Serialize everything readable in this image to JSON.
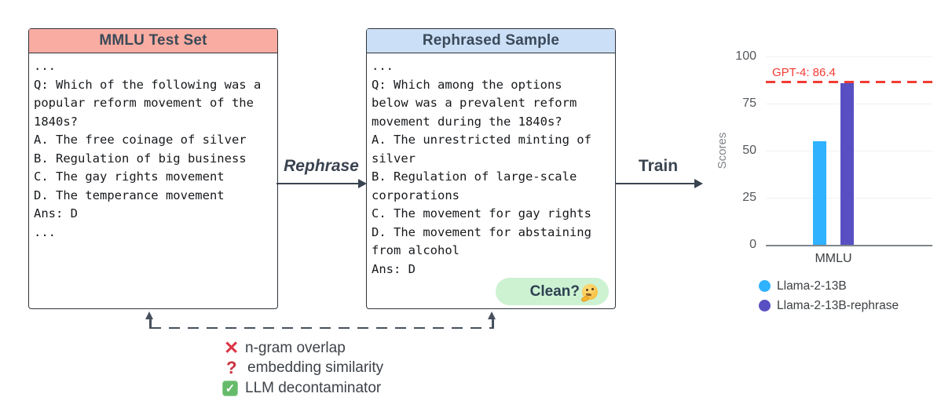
{
  "left_card": {
    "title": "MMLU Test Set",
    "header_color": "#f9aca1",
    "body": "...\nQ: Which of the following was a\npopular reform movement of the\n1840s?\nA. The free coinage of silver\nB. Regulation of big business\nC. The gay rights movement\nD. The temperance movement\nAns: D\n..."
  },
  "rephrased_card": {
    "title": "Rephrased Sample",
    "header_color": "#cbdff6",
    "body": "...\nQ: Which among the options\nbelow was a prevalent reform\nmovement during the 1840s?\nA. The unrestricted minting of\nsilver\nB. Regulation of large-scale\ncorporations\nC. The movement for gay rights\nD. The movement for abstaining\nfrom alcohol\nAns: D",
    "clean_badge": "Clean?",
    "clean_badge_icon": "thinking-face-emoji",
    "badge_color": "#cdf2d2"
  },
  "arrows": {
    "rephrase_label": "Rephrase",
    "train_label": "Train"
  },
  "detectors": [
    {
      "icon": "red-cross-icon",
      "glyph": "✕",
      "label": "n-gram overlap"
    },
    {
      "icon": "red-question-icon",
      "glyph": "?",
      "label": "embedding similarity"
    },
    {
      "icon": "green-check-icon",
      "glyph": "✓",
      "label": "LLM decontaminator"
    }
  ],
  "palette": {
    "salmon_header": "#f9aca1",
    "blue_header": "#cbdff6",
    "green_badge": "#cdf2d2",
    "arrow_dark": "#3a4350",
    "cross_red": "#dc3545",
    "check_green": "#66bb6a"
  },
  "chart_data": {
    "type": "bar",
    "title": "",
    "xlabel": "",
    "ylabel": "Scores",
    "categories": [
      "MMLU"
    ],
    "series": [
      {
        "name": "Llama-2-13B",
        "color": "#2fb2ff",
        "values": [
          54.8
        ]
      },
      {
        "name": "Llama-2-13B-rephrase",
        "color": "#5850c2",
        "values": [
          85.9
        ]
      }
    ],
    "reference_line": {
      "label": "GPT-4: 86.4",
      "value": 86.4,
      "color": "#f23b33"
    },
    "ylim": [
      0,
      100
    ],
    "yticks": [
      0,
      25,
      50,
      75,
      100
    ],
    "grid": true,
    "legend_position": "bottom"
  }
}
